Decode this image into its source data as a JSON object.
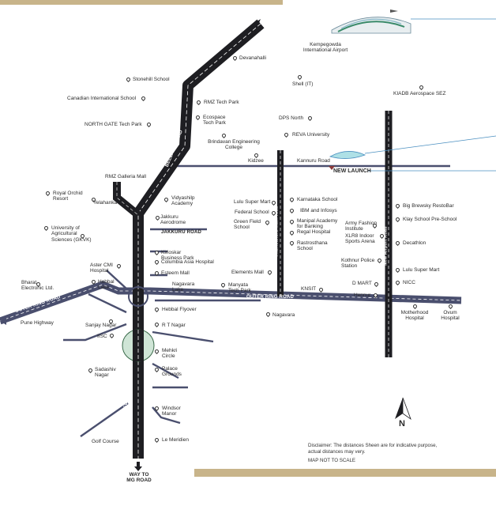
{
  "colors": {
    "road": "#2a2a2e",
    "minor_road": "#4a4f6e",
    "accent_line": "#4a8fc0",
    "gold_bar": "#c8b48a",
    "pin": "#333333",
    "circle": "#cfe5d6"
  },
  "roads": {
    "bellary_road_top": "BELLARY ROAD",
    "bellary_road_bottom": "BELLARY ROAD",
    "outer_ring_road_right": "OUTER RING ROAD",
    "outer_ring_road_left": "OUTER RING ROAD",
    "jakkuru_road": "JAKKURU ROAD",
    "thanisandra_main_road": "Thanisandra main road",
    "new_airport_road": "New Airport Road",
    "kannuru_road": "Kannuru Road",
    "way_to_mg_road": "WAY TO\nMG ROAD"
  },
  "highlight": {
    "new_launch": "NEW LAUNCH"
  },
  "places": {
    "airport": "Kempegowda\nInternational Airport",
    "devanahalli": "Devanahalli",
    "stonehill": "Stonehill School",
    "shell": "Shell (IT)",
    "kiadb": "KIADB Aerospace SEZ",
    "canadian": "Canadian International School",
    "rmz_tech_park": "RMZ Tech Park",
    "dps_north": "DPS North",
    "ecospace": "Ecospace\nTech Park",
    "north_gate": "NORTH GATE Tech Park",
    "reva": "REVA University",
    "brindavan": "Brindavan Engineering\nCollege",
    "kidzee": "Kidzee",
    "rmz_galleria": "RMZ Galleria Mall",
    "royal_orchid": "Royal Orchid\nResort",
    "yelahanka": "Yelahanka",
    "vidyashilp": "Vidyashilp\nAcademy",
    "lulu_super_mart_1": "Lulu Super Mart",
    "karnataka_school": "Karnataka School",
    "big_brewsky": "Big Brewsky RestoBar",
    "ibm": "IBM and Infosys",
    "klay": "Klay School Pre-School",
    "jakkuru_aerodrome": "Jakkuru\nAerodrome",
    "federal": "Federal School",
    "green_field": "Green Field\nSchool",
    "manipal": "Manipal Academy\nfor Banking",
    "regal": "Regal Hospital",
    "army_fashion": "Army Fashion\nInstitute",
    "xlr8": "XLR8 Indoor\nSports Arena",
    "uas": "University of\nAgricultural\nSciences (GKVK)",
    "rastrosthana": "Rastrosthana\nSchool",
    "decathlon": "Decathlon",
    "kirloskar": "Kirloskar\nBusiness Park",
    "columbia": "Columbia Asia Hospital",
    "aster": "Aster CMI\nHospital",
    "kothnur": "Kothnur Police\nStation",
    "esteem": "Esteem Mall",
    "elements": "Elements Mall",
    "lulu_super_mart_2": "Lulu Super Mart",
    "bharat": "Bharat\nElectronic Ltd.",
    "hebbal_lake": "Hebbal\nLake",
    "nagavara_lake": "Nagavara\nLake",
    "manyata": "Manyata\nTech Park",
    "d_mart": "D MART",
    "nicc": "NICC",
    "knsit": "KNSIT",
    "hennur": "Hennur",
    "hebbal_flyover": "Hebbal Flyover",
    "nagavara": "Nagavara",
    "motherhood": "Motherhood\nHospital",
    "ovum": "Ovum\nHospital",
    "pune_highway": "Pune Highway",
    "sanjay_nagar": "Sanjay Nagar",
    "rt_nagar": "R T Nagar",
    "iisc": "IISC",
    "mekhri": "Mehkri\nCircle",
    "sadashiv": "Sadashiv\nNagar",
    "palace": "Palace\nGrounds",
    "windsor": "Windsor\nManor",
    "golf": "Golf Course",
    "le_meridien": "Le Meridien"
  },
  "compass": {
    "label": "N"
  },
  "disclaimer": {
    "text": "Disclaimer: The distances Sheen are for indicative purpose,\nactual distances may very.",
    "scale_note": "MAP NOT TO SCALE"
  }
}
